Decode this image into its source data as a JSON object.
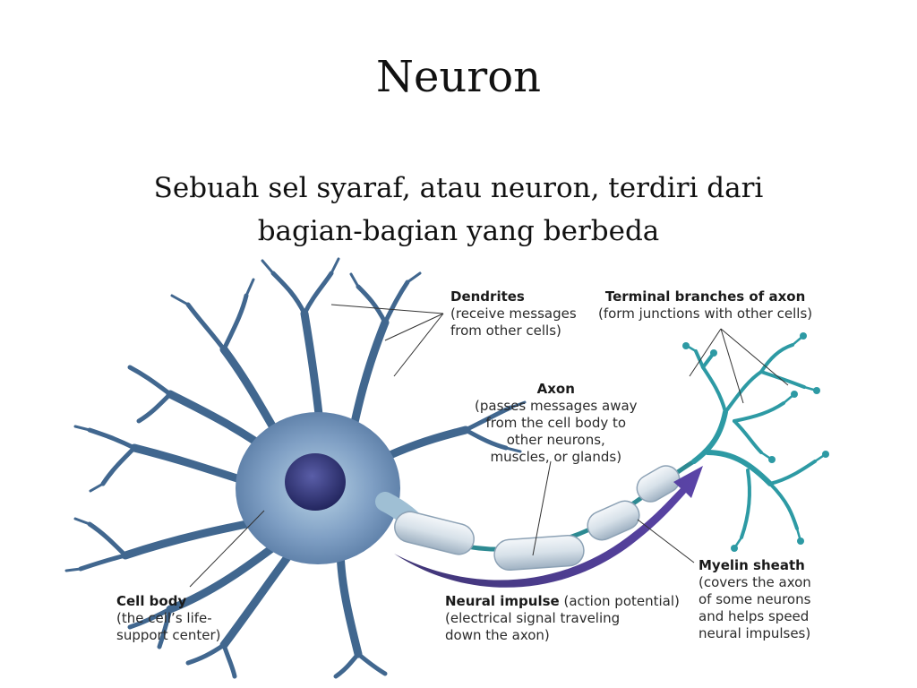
{
  "title": "Neuron",
  "subtitle": "Sebuah sel syaraf, atau neuron, terdiri dari bagian-bagian yang berbeda",
  "labels": {
    "dendrites": {
      "title": "Dendrites",
      "desc1": "(receive messages",
      "desc2": "from other cells)"
    },
    "terminal": {
      "title": "Terminal branches of axon",
      "desc1": "(form junctions with other cells)"
    },
    "axon": {
      "title": "Axon",
      "desc1": "(passes messages away",
      "desc2": "from the cell body to",
      "desc3": "other neurons,",
      "desc4": "muscles, or glands)"
    },
    "cell_body": {
      "title": "Cell body",
      "desc1": "(the cell’s life-",
      "desc2": "support center)"
    },
    "neural_impulse": {
      "title": "Neural impulse",
      "title_suffix": " (action potential)",
      "desc1": "(electrical signal traveling",
      "desc2": "down the axon)"
    },
    "myelin": {
      "title": "Myelin sheath",
      "desc1": "(covers the axon",
      "desc2": "of some neurons",
      "desc3": "and helps speed",
      "desc4": "neural impulses)"
    }
  },
  "colors": {
    "dendrite": "#3f6690",
    "soma": "#8fb3cf",
    "nucleus": "#2b2f6e",
    "axon_terminal": "#2d9aa4",
    "myelin": "#d9e3ea",
    "impulse_arrow": "#4a3592",
    "leader_line": "#333333"
  }
}
